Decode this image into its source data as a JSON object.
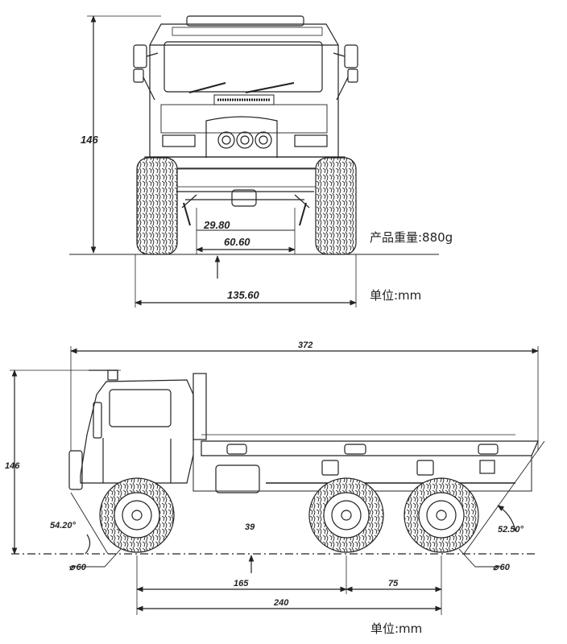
{
  "front_view": {
    "height": "146",
    "inner_track": "29.80",
    "axle_width": "60.60",
    "overall_width": "135.60"
  },
  "side_view": {
    "overall_length": "372",
    "height": "146",
    "approach_angle": "54.20°",
    "departure_angle": "52.50°",
    "ground_clearance": "39",
    "front_wheel_diameter": "60",
    "rear_wheel_diameter": "60",
    "front_to_mid_axle": "165",
    "mid_to_rear_axle": "75",
    "wheelbase": "240"
  },
  "notes": {
    "weight": "产品重量:880g",
    "unit_top": "单位:mm",
    "unit_bottom": "单位:mm"
  },
  "symbols": {
    "diameter": "⌀"
  }
}
